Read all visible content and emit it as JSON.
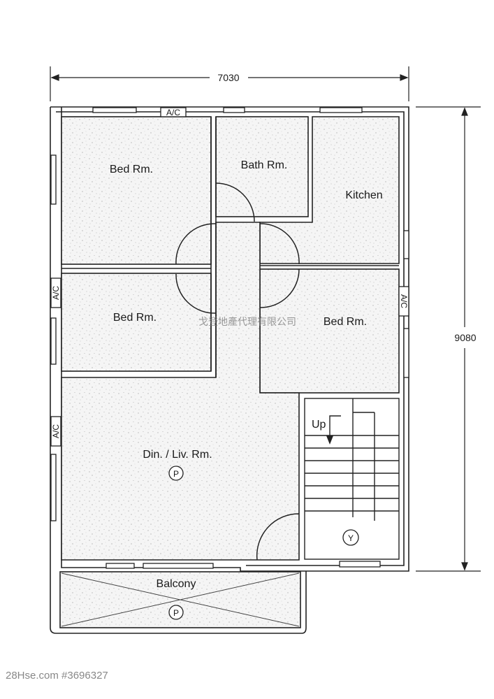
{
  "dimensions": {
    "width": "7030",
    "height": "9080"
  },
  "rooms": {
    "bed_top_left": "Bed Rm.",
    "bath": "Bath Rm.",
    "kitchen": "Kitchen",
    "bed_mid_left": "Bed Rm.",
    "bed_mid_right": "Bed Rm.",
    "dining_living": "Din. / Liv. Rm.",
    "balcony": "Balcony"
  },
  "stair_label": "Up",
  "ac_label": "A/C",
  "symbols": {
    "p": "P",
    "y": "Y"
  },
  "watermark": "戈登地產代理有限公司",
  "footer": "28Hse.com #3696327"
}
